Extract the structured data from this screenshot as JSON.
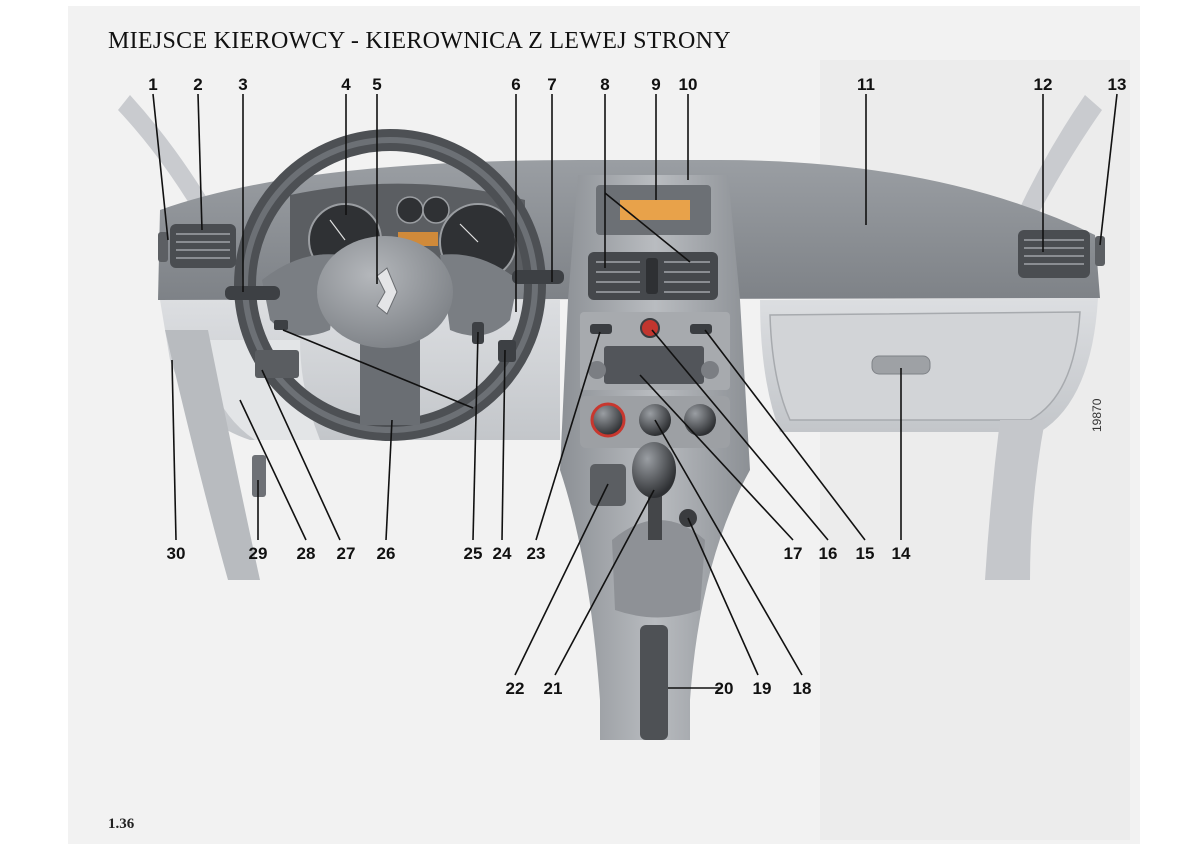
{
  "page": {
    "title": "MIEJSCE KIEROWCY - KIEROWNICA Z LEWEJ STRONY",
    "page_number": "1.36",
    "image_ref": "19870"
  },
  "callouts": [
    "1",
    "2",
    "3",
    "4",
    "5",
    "6",
    "7",
    "8",
    "9",
    "10",
    "11",
    "12",
    "13",
    "14",
    "15",
    "16",
    "17",
    "18",
    "19",
    "20",
    "21",
    "22",
    "23",
    "24",
    "25",
    "26",
    "27",
    "28",
    "29",
    "30"
  ],
  "colors": {
    "paper": "#f2f2f2",
    "dashboard_dark": "#8a8e93",
    "dashboard_mid": "#b5b8bc",
    "dashboard_light": "#d9dbde",
    "display_orange": "#e8a24a",
    "leader_line": "#111111"
  }
}
